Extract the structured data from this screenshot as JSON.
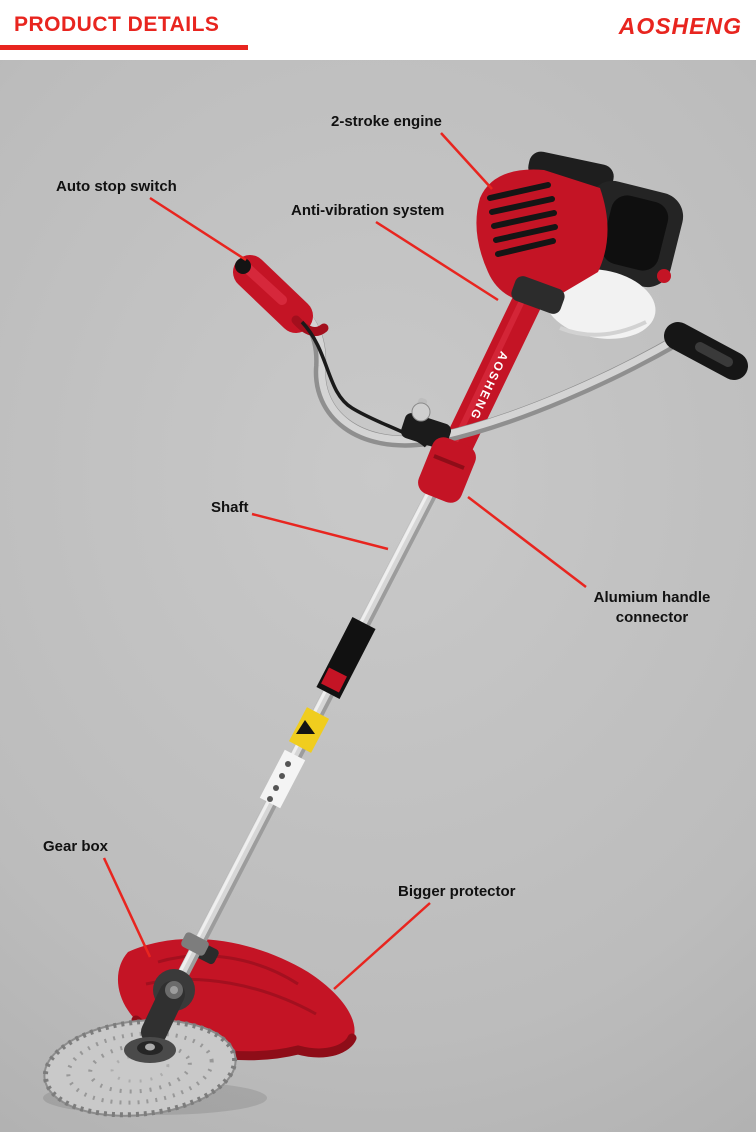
{
  "colors": {
    "accent": "#e8251f",
    "product_red": "#c41425",
    "background": "#bcbcbc"
  },
  "header": {
    "title": "PRODUCT DETAILS",
    "brand": "AOSHENG"
  },
  "product": {
    "name": "brush-cutter",
    "shaft_brand_text": "AOSHENG"
  },
  "callouts": {
    "engine": {
      "label": "2-stroke engine"
    },
    "auto_stop": {
      "label": "Auto stop switch"
    },
    "anti_vibration": {
      "label": "Anti-vibration system"
    },
    "shaft": {
      "label": "Shaft"
    },
    "handle_connector": {
      "label_line1": "Alumium handle",
      "label_line2": "connector"
    },
    "gear_box": {
      "label": "Gear box"
    },
    "protector": {
      "label": "Bigger protector"
    }
  }
}
